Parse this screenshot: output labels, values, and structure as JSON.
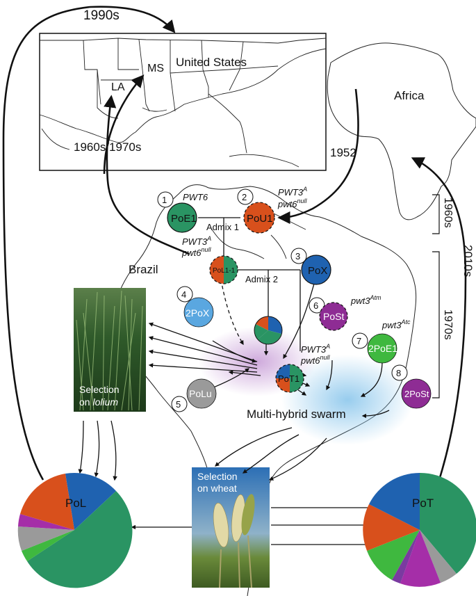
{
  "decade_labels": {
    "top": "1990s",
    "left_mid": "1960s/1970s",
    "africa_arrow": "1952",
    "bracket_1960s": "1960s",
    "bracket_1970s": "1970s",
    "right_2010s": "2010s"
  },
  "map_labels": {
    "la": "LA",
    "ms": "MS",
    "us": "United States",
    "africa": "Africa",
    "brazil": "Brazil"
  },
  "nodes": [
    {
      "num": "1",
      "name": "PoE1",
      "gene": "PWT6"
    },
    {
      "num": "2",
      "name": "PoU1",
      "gene_a": "PWT3",
      "gene_a_sup": "A",
      "gene_b": "pwt6",
      "gene_b_sup": "null"
    },
    {
      "num": "3",
      "name": "PoX"
    },
    {
      "num": "4",
      "name": "2PoX"
    },
    {
      "num": "5",
      "name": "PoLu"
    },
    {
      "num": "6",
      "name": "PoSt",
      "gene": "pwt3",
      "gene_sup": "Atm"
    },
    {
      "num": "7",
      "name": "2PoE1",
      "gene": "pwt3",
      "gene_sup": "Atc"
    },
    {
      "num": "8",
      "name": "2PoSt"
    }
  ],
  "admix": {
    "admix1": "Admix 1",
    "admix2": "Admix 2",
    "pol11": "PoL1-1",
    "pot1": "PoT1",
    "gene_a": "PWT3",
    "gene_a_sup": "A",
    "gene_b": "pwt6",
    "gene_b_sup": "null"
  },
  "swarm": "Multi-hybrid swarm",
  "lolium": {
    "line1": "Selection",
    "line2_a": "on ",
    "line2_b": "lolium"
  },
  "wheat": {
    "line1": "Selection",
    "line2": "on wheat"
  },
  "pol": "PoL",
  "pot": "PoT",
  "colors": {
    "green": "#2a9463",
    "orange": "#d8501c",
    "blue": "#1f62b0",
    "lightblue": "#5aa7e0",
    "purple": "#8e2c94",
    "lightgreen": "#3fb83f",
    "gray": "#9a9a9a",
    "magenta": "#a52ea8"
  }
}
